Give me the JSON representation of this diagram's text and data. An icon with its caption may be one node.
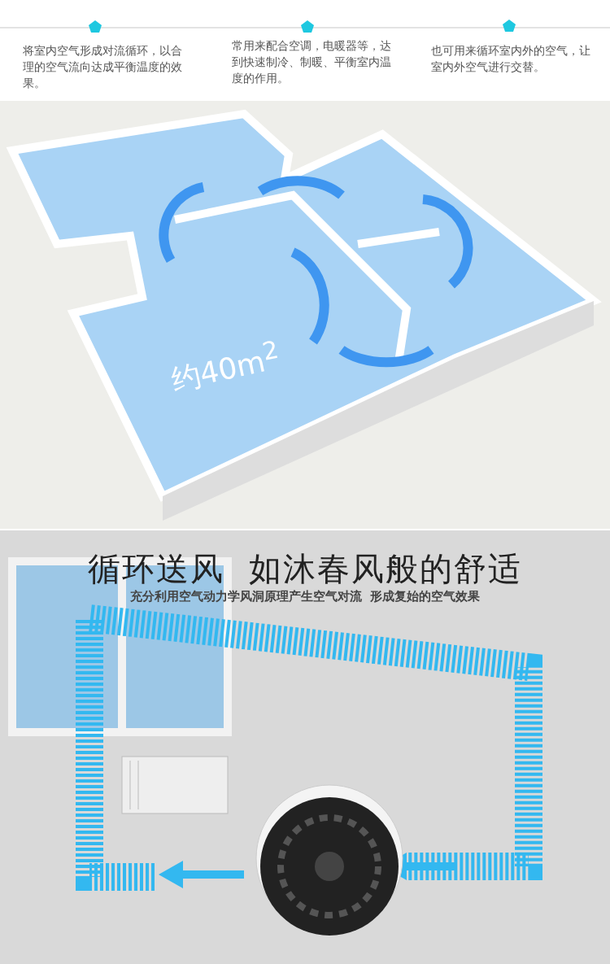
{
  "diagram": {
    "title": "循环送风  如沐春风般的舒适",
    "labels": [
      "将室内空气形成对流循环，以合理的空气流向达成平衡温度的效果。",
      "常用来配合空调，电暖器等，达到快速制冷、制暖、平衡室内温度的作用。",
      "也可用来循环室内外的空气，让室内外空气进行交替。",
      "约40m$^{2}$",
      "充分利用空气动力学风洞原理产生空气对流  形成复始的空气效果"
    ]
  }
}
